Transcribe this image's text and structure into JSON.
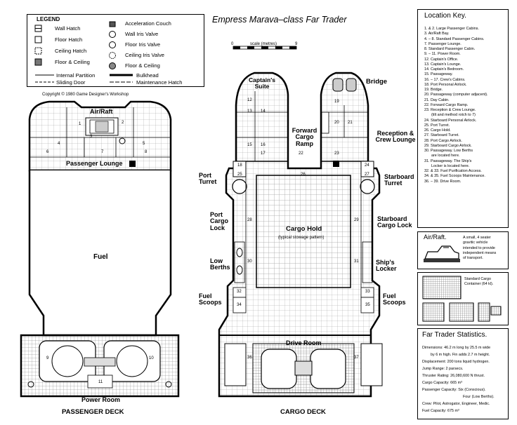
{
  "title": "Empress Marava–class Far Trader",
  "copyright": "Copyright © 1980 Game Designer's Workshop",
  "legend": {
    "heading": "LEGEND",
    "left_items": [
      "Wall Hatch",
      "Floor Hatch",
      "Ceiling Hatch",
      "Floor & Ceiling"
    ],
    "right_items": [
      "Acceleration Couch",
      "Wall Iris Valve",
      "Floor Iris Valve",
      "Ceiling Iris Valve",
      "Floor & Ceiling"
    ],
    "line_items": [
      "Internal Partition",
      "Sliding Door",
      "Bulkhead",
      "Maintenance Hatch"
    ]
  },
  "scale": {
    "label": "scale (metres)",
    "start": "0",
    "end": "9"
  },
  "passenger_deck": {
    "caption": "PASSENGER DECK",
    "labels": {
      "air_raft": "Air/Raft",
      "lounge": "Passenger Lounge",
      "fuel": "Fuel",
      "power_room": "Power Room"
    },
    "room_numbers": [
      "1",
      "2",
      "3",
      "4",
      "5",
      "6",
      "7",
      "8",
      "9",
      "10",
      "11"
    ]
  },
  "cargo_deck": {
    "caption": "CARGO DECK",
    "labels": {
      "captains_suite": "Captain's Suite",
      "bridge": "Bridge",
      "forward_cargo_ramp": "Forward Cargo Ramp",
      "reception": "Reception & Crew Lounge",
      "port_turret": "Port Turret",
      "starboard_turret": "Starboard Turret",
      "port_cargo_lock": "Port Cargo Lock",
      "starboard_cargo_lock": "Starboard Cargo Lock",
      "cargo_hold": "Cargo Hold",
      "cargo_pattern": "(typical stowage pattern)",
      "low_berths": "Low Berths",
      "ships_locker": "Ship's Locker",
      "fuel_scoops_left": "Fuel Scoops",
      "fuel_scoops_right": "Fuel Scoops",
      "drive_room": "Drive Room"
    },
    "room_numbers": [
      "12",
      "13",
      "14",
      "15",
      "16",
      "17",
      "18",
      "19",
      "20",
      "21",
      "22",
      "23",
      "24",
      "25",
      "26",
      "27",
      "28",
      "29",
      "30",
      "31",
      "32",
      "33",
      "34",
      "35",
      "36",
      "37"
    ]
  },
  "location_key": {
    "heading": "Location Key.",
    "items": [
      "1. & 2. Large Passenger Cabins.",
      "3. Air/Raft Bay.",
      "4. – 8. Standard Passenger Cabins.",
      "7. Passenger Lounge.",
      "8. Standard Passenger Cabin.",
      "9. – 11. Power Room.",
      "12. Captain's Office.",
      "13. Captain's Lounge.",
      "14. Captain's Bedroom.",
      "15. Passageway.",
      "16. – 17. Crew's Cabins.",
      "18. Port Personal Airlock.",
      "19. Bridge.",
      "20. Passageway (computer adjacent).",
      "21. Day Cabin.",
      "22. Forward Cargo Ramp.",
      "23. Reception & Crew Lounge.",
      "(tilt and method rotch to 7)",
      "24. Starboard Personal Airlock.",
      "25. Port Turret.",
      "26. Cargo Hold.",
      "27. Starboard Turret.",
      "28. Port Cargo Airlock.",
      "29. Starboard Cargo Airlock.",
      "30. Passageway. Low Berths",
      "are located here.",
      "31. Passageway. The Ship's",
      "Locker is located here.",
      "32. & 33. Fuel Purification Access.",
      "34. & 35. Fuel Scoops Maintenance.",
      "36. – 39. Drive Room."
    ]
  },
  "air_raft_box": {
    "heading": "Air/Raft.",
    "description": [
      "A small, 4 seater",
      "gravitic vehicle",
      "intended to provide",
      "independent means",
      "of transport."
    ]
  },
  "container_box": {
    "label": [
      "Standard Cargo",
      "Container (64 kl)."
    ]
  },
  "stats": {
    "heading": "Far Trader Statistics.",
    "lines": [
      "Dimensions: 46.2 m long by 25.5 m wide",
      "by 6 m high. Fin adds 2.7 m height.",
      "Displacement: 200 tons liquid hydrogen.",
      "Jump Range: 2 parsecs.",
      "Thruster Rating: 26,080,600 N thrust.",
      "Cargo Capacity: 665 m³",
      "Passenger Capacity: Six (Conscious).",
      "Four (Low Berths).",
      "Crew: Pilot, Astrogator, Engineer, Medic.",
      "Fuel Capacity: 675 m³"
    ]
  }
}
